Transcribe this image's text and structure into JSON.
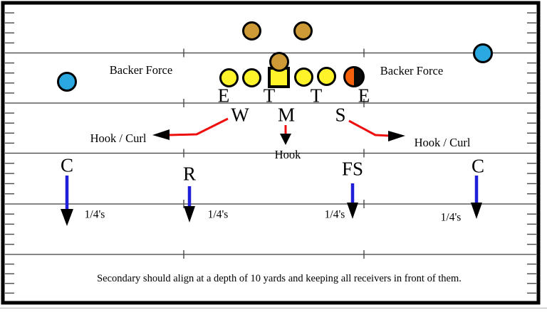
{
  "colors": {
    "field_line": "#3f3f3f",
    "border": "#000000",
    "tick": "#4a4a4a",
    "offense_yellow": "#FFF42A",
    "backfield_brown": "#CE9A35",
    "receiver_blue": "#2AA9E0",
    "tight_end_orange": "#F6610B",
    "tight_end_black": "#0A0A0A",
    "route_red": "#EE0E0E",
    "drop_blue": "#1F1FD9",
    "arrowhead_black": "#000000",
    "text": "#000000"
  },
  "defense": {
    "line_labels": [
      "E",
      "T",
      "T",
      "E"
    ],
    "linebacker_labels": [
      "W",
      "M",
      "S"
    ],
    "secondary_labels": [
      "C",
      "R",
      "FS",
      "C"
    ]
  },
  "coverage": {
    "backer_force_left": "Backer Force",
    "backer_force_right": "Backer Force",
    "hook_curl_left": "Hook / Curl",
    "hook_curl_right": "Hook / Curl",
    "hook_middle": "Hook",
    "quarters_labels": [
      "1/4's",
      "1/4's",
      "1/4's",
      "1/4's"
    ]
  },
  "note": "Secondary should align at a depth of 10 yards and keeping all receivers in front of them."
}
